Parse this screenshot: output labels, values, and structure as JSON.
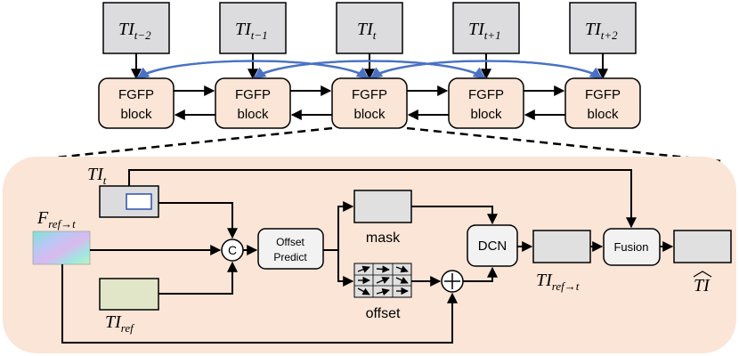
{
  "top_inputs": [
    {
      "base": "TI",
      "sub": "t−2"
    },
    {
      "base": "TI",
      "sub": "t−1"
    },
    {
      "base": "TI",
      "sub": "t"
    },
    {
      "base": "TI",
      "sub": "t+1"
    },
    {
      "base": "TI",
      "sub": "t+2"
    }
  ],
  "fgfp_block": {
    "line1": "FGFP",
    "line2": "block"
  },
  "detail": {
    "ti_t": {
      "base": "TI",
      "sub": "t"
    },
    "f_ref": {
      "base": "F",
      "sub": "ref→t"
    },
    "ti_ref": {
      "base": "TI",
      "sub": "ref"
    },
    "concat_symbol": "C",
    "offset_predict": {
      "line1": "Offset",
      "line2": "Predict"
    },
    "mask_label": "mask",
    "offset_label": "offset",
    "add_symbol": "+",
    "dcn_label": "DCN",
    "ti_ref_to_t": {
      "base": "TI",
      "sub": "ref→t"
    },
    "fusion_label": "Fusion",
    "output_label": "TI"
  },
  "colors": {
    "input_box": "#dcdcdf",
    "block_fill": "#fbe5d6",
    "panel_fill": "#fbe5d6",
    "blue_arrow": "#4a72c4",
    "ti_ref_fill": "#e2e6c9",
    "gray_box": "#e0e0e0"
  }
}
